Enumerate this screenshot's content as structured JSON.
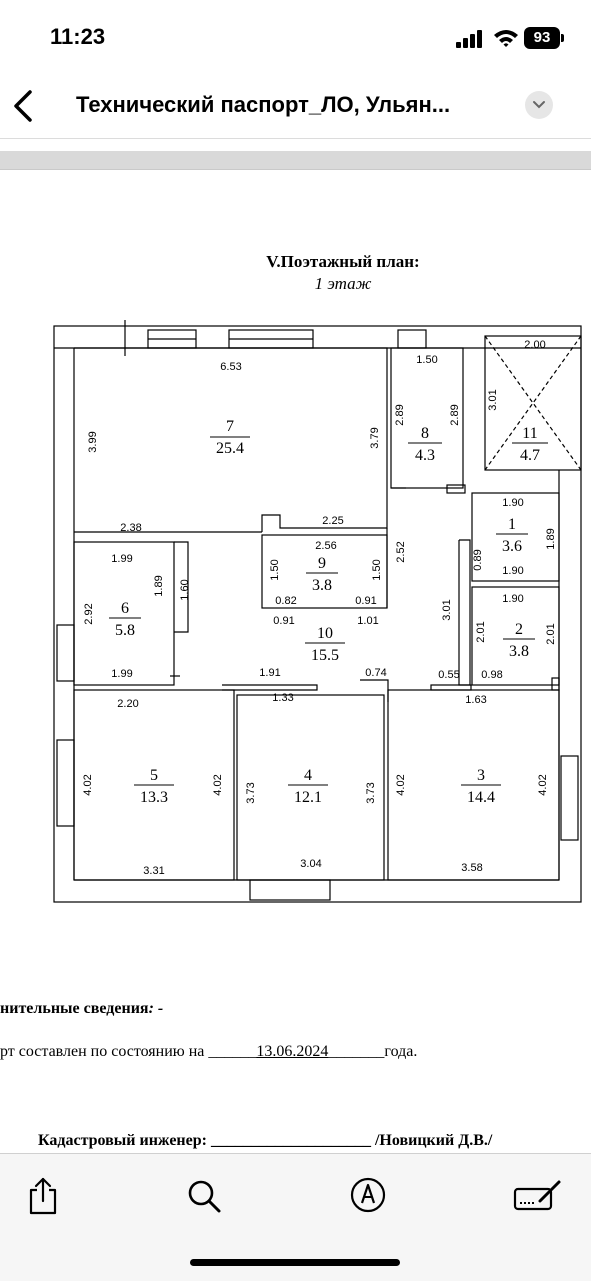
{
  "status_bar": {
    "time": "11:23",
    "battery": "93"
  },
  "nav": {
    "title": "Технический паспорт_ЛО, Ульян..."
  },
  "document": {
    "heading": "V.Поэтажный план:",
    "subheading": "1 этаж",
    "rooms": [
      {
        "num": "7",
        "area": "25.4"
      },
      {
        "num": "8",
        "area": "4.3"
      },
      {
        "num": "11",
        "area": "4.7"
      },
      {
        "num": "1",
        "area": "3.6"
      },
      {
        "num": "9",
        "area": "3.8"
      },
      {
        "num": "6",
        "area": "5.8"
      },
      {
        "num": "10",
        "area": "15.5"
      },
      {
        "num": "2",
        "area": "3.8"
      },
      {
        "num": "5",
        "area": "13.3"
      },
      {
        "num": "4",
        "area": "12.1"
      },
      {
        "num": "3",
        "area": "14.4"
      }
    ],
    "dims": [
      "6.53",
      "3.99",
      "3.79",
      "1.50",
      "2.89",
      "2.89",
      "2.00",
      "3.01",
      "2.38",
      "2.25",
      "1.90",
      "1.89",
      "1.99",
      "1.89",
      "1.60",
      "2.56",
      "1.50",
      "1.50",
      "2.52",
      "0.89",
      "1.90",
      "0.82",
      "0.91",
      "2.92",
      "0.91",
      "1.01",
      "3.01",
      "1.90",
      "2.01",
      "2.01",
      "1.99",
      "1.91",
      "0.74",
      "0.55",
      "0.98",
      "2.20",
      "1.33",
      "1.63",
      "4.02",
      "4.02",
      "3.73",
      "3.73",
      "4.02",
      "4.02",
      "3.31",
      "3.04",
      "3.58"
    ],
    "note_label": "нительные сведения",
    "note_value": ": -",
    "stated_prefix": "рт составлен по состоянию на ",
    "stated_blank_left": "______",
    "stated_date": "13.06.2024",
    "stated_blank_right": "_______",
    "stated_suffix": "года.",
    "engineer_label": "Кадастровый инженер: ",
    "engineer_blank": "____________________",
    "engineer_name": " /Новицкий Д.В./"
  }
}
